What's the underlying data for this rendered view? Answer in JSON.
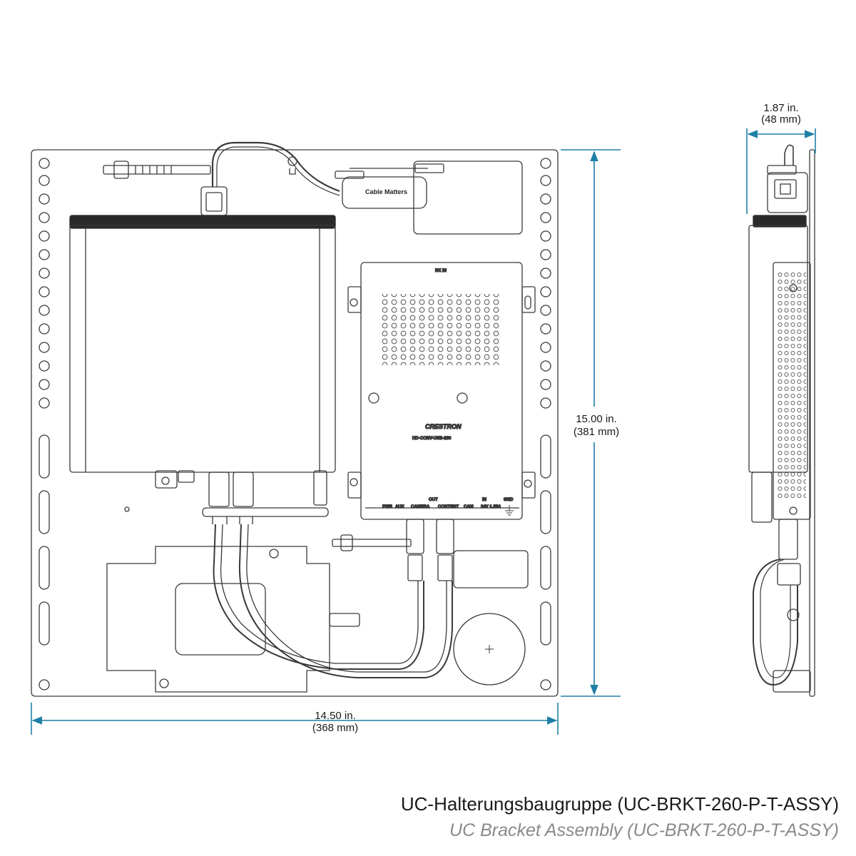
{
  "dimensions": {
    "width_front": {
      "inches": "14.50 in.",
      "mm": "(368 mm)"
    },
    "height_front": {
      "inches": "15.00 in.",
      "mm": "(381 mm)"
    },
    "depth_side": {
      "inches": "1.87 in.",
      "mm": "(48 mm)"
    }
  },
  "devices": {
    "adapter_brand": "Cable Matters",
    "converter_brand": "CRESTRON",
    "converter_model": "HD-CONV-USB-260",
    "converter_top_label": "RX IN",
    "ports": {
      "pwr": "PWR",
      "aux": "AUX",
      "out": "OUT",
      "camera": "CAMERA",
      "content": "CONTENT",
      "in": "IN",
      "cam": "CAM",
      "power_rating": "24V 1.25A",
      "gnd": "GND"
    }
  },
  "caption": {
    "title": "UC-Halterungsbaugruppe (UC-BRKT-260-P-T-ASSY)",
    "subtitle": "UC Bracket Assembly (UC-BRKT-260-P-T-ASSY)"
  },
  "colors": {
    "dimension_line": "#1f7fa8",
    "outline": "#3a3a3a",
    "caption_subtitle": "#8a8a8a"
  }
}
